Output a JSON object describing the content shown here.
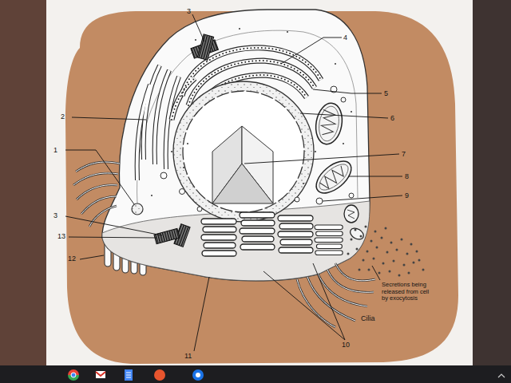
{
  "diagram": {
    "labels": [
      "3",
      "4",
      "5",
      "2",
      "6",
      "1",
      "7",
      "8",
      "9",
      "3",
      "13",
      "12",
      "Secretions being released from cell by exocytosis",
      "Cilia",
      "10",
      "11"
    ]
  }
}
